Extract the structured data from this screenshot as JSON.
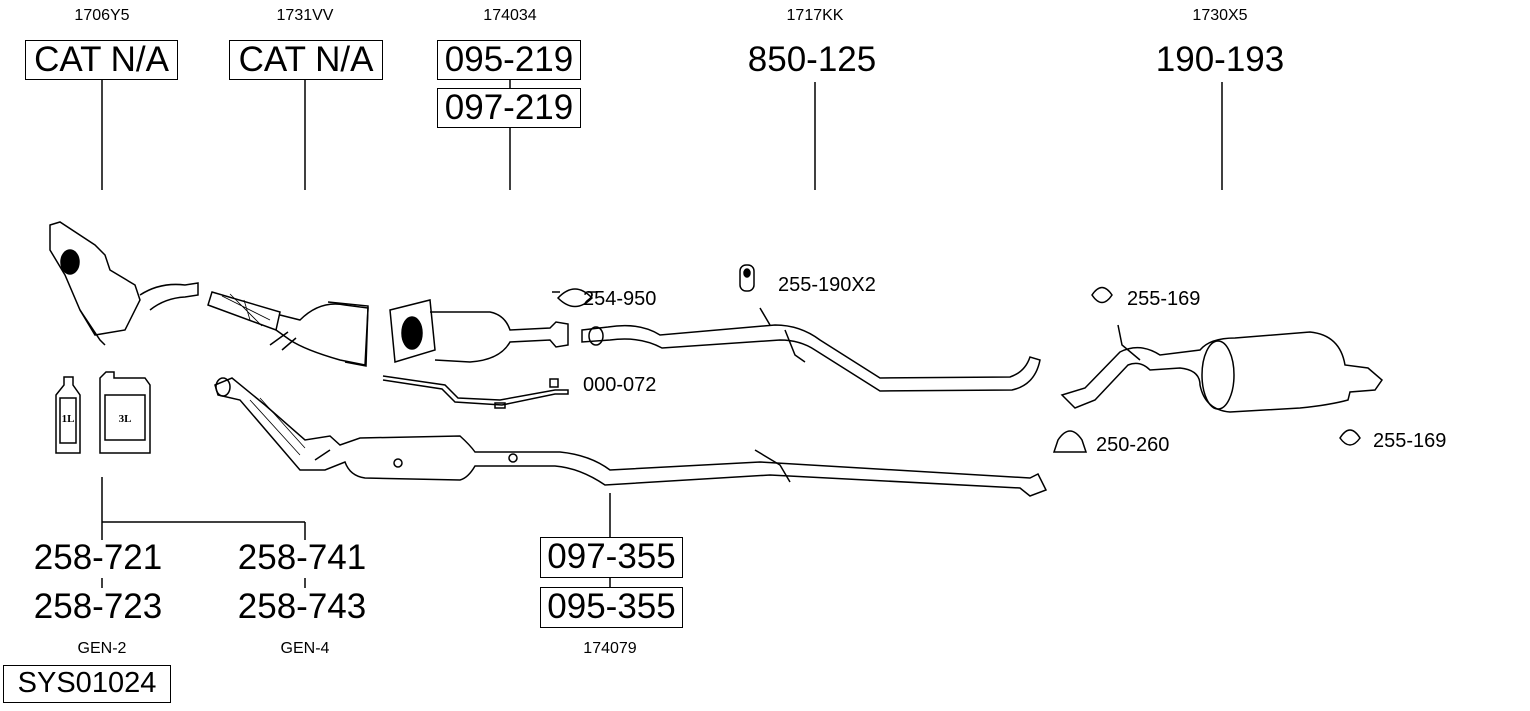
{
  "groups": [
    {
      "code": "1706Y5",
      "parts": [
        "CAT N/A"
      ]
    },
    {
      "code": "1731VV",
      "parts": [
        "CAT N/A"
      ]
    },
    {
      "code": "174034",
      "parts": [
        "095-219",
        "097-219"
      ]
    },
    {
      "code": "1717KK",
      "parts": [
        "850-125"
      ]
    },
    {
      "code": "1730X5",
      "parts": [
        "190-193"
      ]
    }
  ],
  "accessories": {
    "clamp_a": "254-950",
    "hanger_a": "255-190X2",
    "hanger_b": "255-169",
    "sensor": "000-072",
    "clamp_b": "250-260",
    "hanger_c": "255-169"
  },
  "additive": {
    "bottle_small": "1L",
    "bottle_large": "3L",
    "gen2": {
      "parts": [
        "258-721",
        "258-723"
      ],
      "code": "GEN-2"
    },
    "gen4": {
      "parts": [
        "258-741",
        "258-743"
      ],
      "code": "GEN-4"
    }
  },
  "dpf": {
    "parts": [
      "097-355",
      "095-355"
    ],
    "code": "174079"
  },
  "system_id": "SYS01024"
}
